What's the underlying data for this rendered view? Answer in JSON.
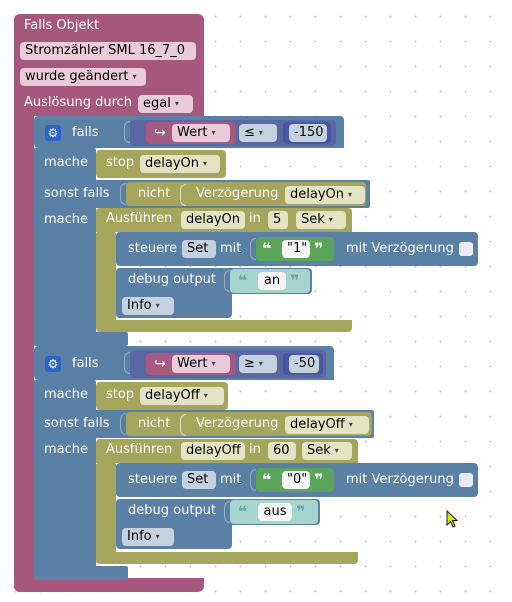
{
  "trigger": {
    "title": "Falls Objekt",
    "object_name": "Stromzähler SML  16_7_0",
    "event": "wurde geändert",
    "triggered_by_label": "Auslösung durch",
    "triggered_by_value": "egal"
  },
  "if1": {
    "falls_label": "falls",
    "var_name": "Wert",
    "operator": "≤",
    "number": "-150",
    "mache_label": "mache",
    "stop_label": "stop",
    "stop_var": "delayOn",
    "sonst_label": "sonst falls",
    "nicht_label": "nicht",
    "verz_label": "Verzögerung",
    "verz_var": "delayOn",
    "mache2_label": "mache",
    "ausf_label": "Ausführen",
    "ausf_var": "delayOn",
    "in_label": "in",
    "in_value": "5",
    "unit": "Sek",
    "steuere_label": "steuere",
    "set_label": "Set",
    "mit_label": "mit",
    "string_value": "\"1\"",
    "mit_verz_label": "mit Verzögerung",
    "debug_label": "debug output",
    "debug_value": "an",
    "level": "Info"
  },
  "if2": {
    "falls_label": "falls",
    "var_name": "Wert",
    "operator": "≥",
    "number": "-50",
    "mache_label": "mache",
    "stop_label": "stop",
    "stop_var": "delayOff",
    "sonst_label": "sonst falls",
    "nicht_label": "nicht",
    "verz_label": "Verzögerung",
    "verz_var": "delayOff",
    "mache2_label": "mache",
    "ausf_label": "Ausführen",
    "ausf_var": "delayOff",
    "in_label": "in",
    "in_value": "60",
    "unit": "Sek",
    "steuere_label": "steuere",
    "set_label": "Set",
    "mit_label": "mit",
    "string_value": "\"0\"",
    "mit_verz_label": "mit Verzögerung",
    "debug_label": "debug output",
    "debug_value": "aus",
    "level": "Info"
  },
  "colors": {
    "trigger": "#a5577d",
    "logic": "#5b80a5",
    "timer": "#a5a55c",
    "value": "#5ba55b",
    "text": "#a6d4cf",
    "variable": "#a55b80",
    "math": "#5b67a5"
  },
  "icons": {
    "gear": "gear-icon",
    "variable": "variable-icon",
    "cursor": "cursor-icon"
  }
}
